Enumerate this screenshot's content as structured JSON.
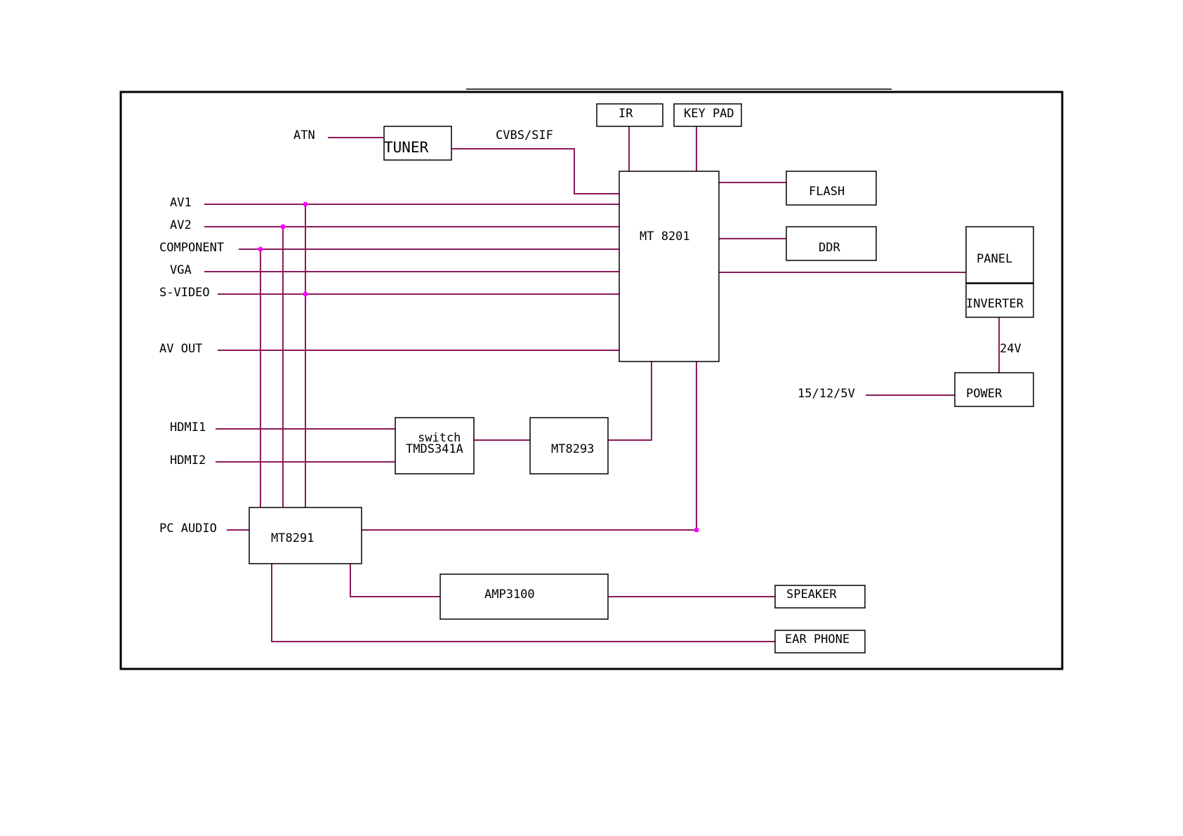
{
  "colors": {
    "wire": "#8b1a5a",
    "junction": "#ff00ff",
    "box_border": "#000000",
    "frame": "#000000",
    "text": "#000000",
    "background": "#ffffff"
  },
  "blocks": {
    "ir": "IR",
    "keypad": "KEY PAD",
    "tuner": "TUNER",
    "mt8201": "MT 8201",
    "flash": "FLASH",
    "ddr": "DDR",
    "panel": "PANEL",
    "inverter": "INVERTER",
    "power": "POWER",
    "switch_line1": "switch",
    "switch_line2": "TMDS341A",
    "mt8293": "MT8293",
    "mt8291": "MT8291",
    "amp": "AMP3100",
    "speaker": "SPEAKER",
    "earphone": "EAR PHONE"
  },
  "inputs": {
    "atn": "ATN",
    "av1": "AV1",
    "av2": "AV2",
    "component": "COMPONENT",
    "vga": "VGA",
    "svideo": "S-VIDEO",
    "avout": "AV OUT",
    "hdmi1": "HDMI1",
    "hdmi2": "HDMI2",
    "pcaudio": "PC AUDIO",
    "supply": "15/12/5V"
  },
  "signals": {
    "cvbs_sif": "CVBS/SIF",
    "v24": "24V"
  }
}
